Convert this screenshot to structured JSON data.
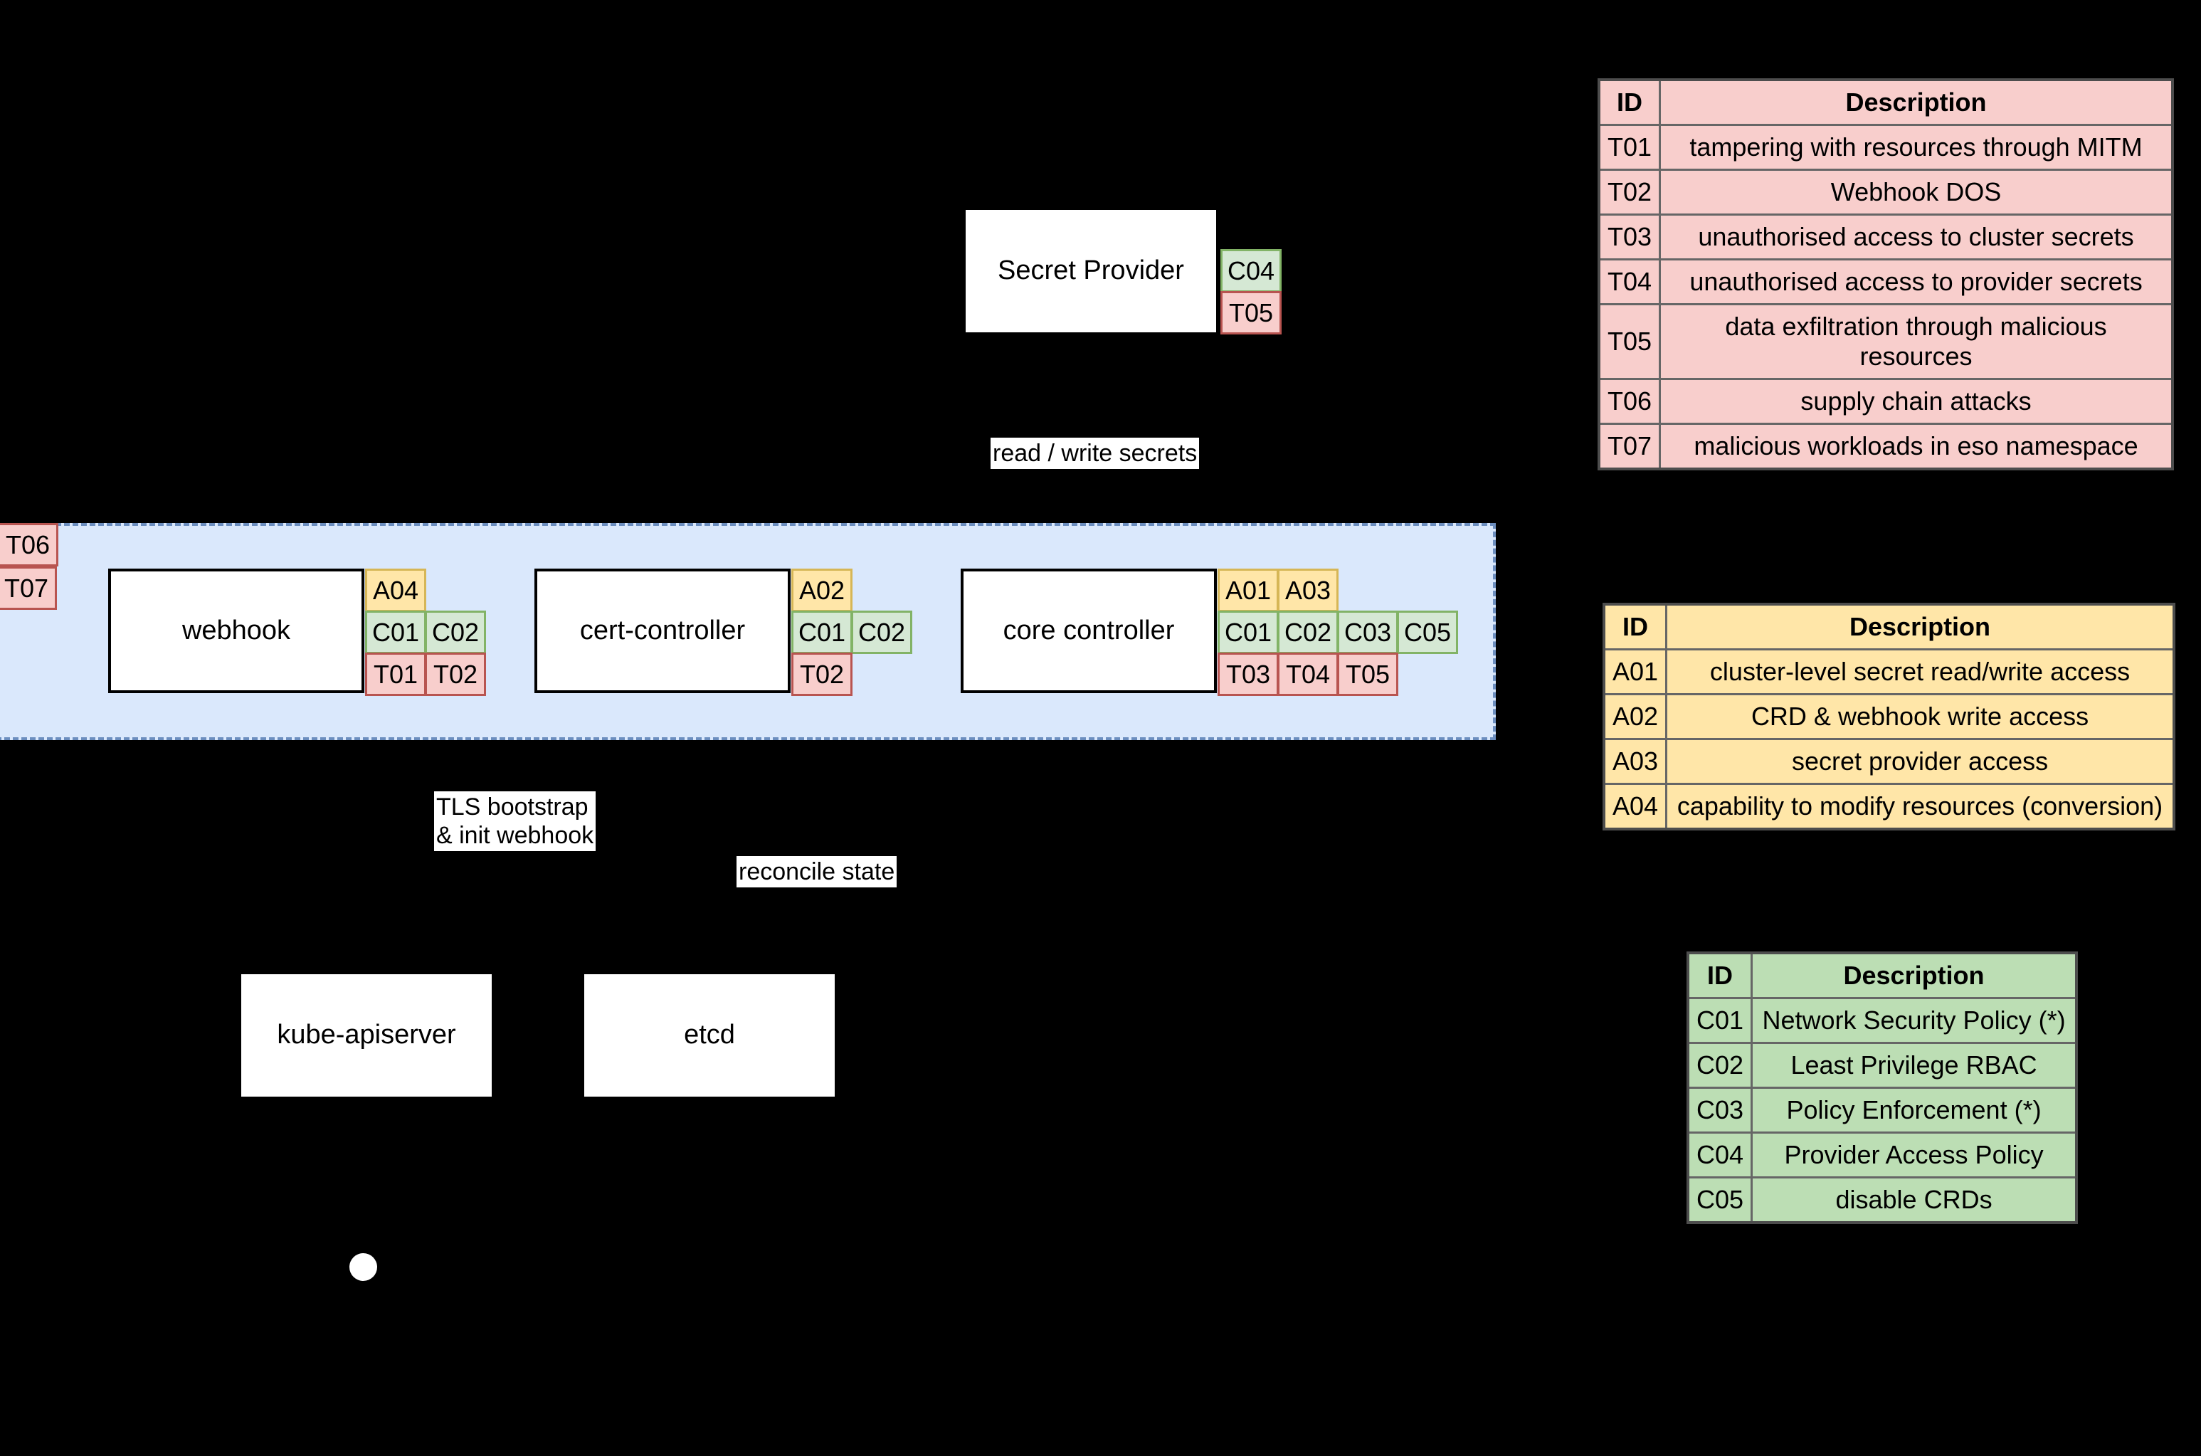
{
  "diagram": {
    "trust_boundary": {
      "label": ""
    },
    "nodes": [
      {
        "id": "secret-provider",
        "label": "Secret Provider"
      },
      {
        "id": "webhook",
        "label": "webhook"
      },
      {
        "id": "cert-controller",
        "label": "cert-controller"
      },
      {
        "id": "core-controller",
        "label": "core controller"
      },
      {
        "id": "kube-apiserver",
        "label": "kube-apiserver"
      },
      {
        "id": "etcd",
        "label": "etcd"
      }
    ],
    "edge_labels": [
      {
        "id": "read-write-secrets",
        "text": "read / write secrets"
      },
      {
        "id": "tls-bootstrap",
        "text": "TLS bootstrap\n& init webhook"
      },
      {
        "id": "reconcile-state",
        "text": "reconcile state"
      }
    ],
    "annotations": {
      "secret_provider": {
        "controls": [
          "C04"
        ],
        "threats": [
          "T05"
        ],
        "attacks": []
      },
      "webhook": {
        "attacks": [
          "A04"
        ],
        "controls": [
          "C01",
          "C02"
        ],
        "threats": [
          "T01",
          "T02"
        ]
      },
      "cert_controller": {
        "attacks": [
          "A02"
        ],
        "controls": [
          "C01",
          "C02"
        ],
        "threats": [
          "T02"
        ]
      },
      "core_controller": {
        "attacks": [
          "A01",
          "A03"
        ],
        "controls": [
          "C01",
          "C02",
          "C03",
          "C05"
        ],
        "threats": [
          "T03",
          "T04",
          "T05"
        ]
      },
      "trust_boundary": {
        "threats": [
          "T06",
          "T07"
        ]
      }
    }
  },
  "tables": {
    "threats": {
      "headers": [
        "ID",
        "Description"
      ],
      "rows": [
        [
          "T01",
          "tampering with resources through MITM"
        ],
        [
          "T02",
          "Webhook DOS"
        ],
        [
          "T03",
          "unauthorised access to cluster secrets"
        ],
        [
          "T04",
          "unauthorised access to provider secrets"
        ],
        [
          "T05",
          "data exfiltration through malicious resources"
        ],
        [
          "T06",
          "supply chain attacks"
        ],
        [
          "T07",
          "malicious workloads in eso namespace"
        ]
      ]
    },
    "attacker_capabilities": {
      "headers": [
        "ID",
        "Description"
      ],
      "rows": [
        [
          "A01",
          "cluster-level secret read/write access"
        ],
        [
          "A02",
          "CRD & webhook write access"
        ],
        [
          "A03",
          "secret provider access"
        ],
        [
          "A04",
          "capability to modify resources (conversion)"
        ]
      ]
    },
    "controls": {
      "headers": [
        "ID",
        "Description"
      ],
      "rows": [
        [
          "C01",
          "Network Security Policy (*)"
        ],
        [
          "C02",
          "Least Privilege RBAC"
        ],
        [
          "C03",
          "Policy Enforcement (*)"
        ],
        [
          "C04",
          "Provider Access Policy"
        ],
        [
          "C05",
          "disable CRDs"
        ]
      ]
    }
  },
  "colors": {
    "threat_fill": "#f8cecc",
    "threat_border": "#b85450",
    "attack_fill": "#ffe6a8",
    "attack_border": "#d6b656",
    "control_fill": "#d5e8d4",
    "control_border": "#82b366",
    "control_table_fill": "#bcdeb4",
    "zone_fill": "#dae8fc",
    "zone_border": "#6c8ebf",
    "node_fill": "#ffffff",
    "node_border": "#000000"
  }
}
